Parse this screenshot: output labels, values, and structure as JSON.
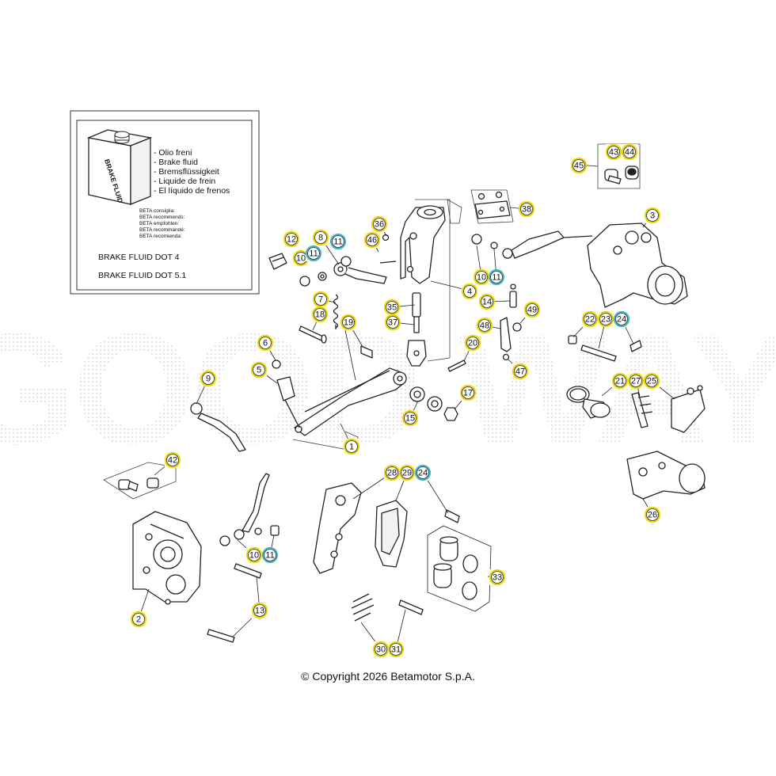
{
  "legend": {
    "can_label": "BRAKE FLUID",
    "languages": [
      "- Olio freni",
      "- Brake fluid",
      "- Bremsflüssigkeit",
      "- Liquide de frein",
      "- El líquido de frenos"
    ],
    "recommends": [
      "BETA consiglia:",
      "BETA recommends:",
      "BETA empfohlen:",
      "BETA recommandé:",
      "BETA recomienda:"
    ],
    "spec_1": "BRAKE FLUID DOT 4",
    "spec_2": "BRAKE FLUID DOT 5.1"
  },
  "watermark": "GOOD WAY",
  "colors": {
    "yellow_ring": "#e8d400",
    "cyan_ring": "#33b7d4",
    "tag_fill": "#fffde0",
    "line": "#222222"
  },
  "callouts": [
    {
      "label": "1",
      "ring": "yellow"
    },
    {
      "label": "2",
      "ring": "yellow"
    },
    {
      "label": "3",
      "ring": "yellow"
    },
    {
      "label": "4",
      "ring": "yellow"
    },
    {
      "label": "5",
      "ring": "yellow"
    },
    {
      "label": "6",
      "ring": "yellow"
    },
    {
      "label": "7",
      "ring": "yellow"
    },
    {
      "label": "8",
      "ring": "yellow"
    },
    {
      "label": "9",
      "ring": "yellow"
    },
    {
      "label": "10",
      "ring": "yellow"
    },
    {
      "label": "11",
      "ring": "cyan"
    },
    {
      "label": "12",
      "ring": "yellow"
    },
    {
      "label": "8",
      "ring": "yellow"
    },
    {
      "label": "11",
      "ring": "cyan"
    },
    {
      "label": "13",
      "ring": "yellow"
    },
    {
      "label": "14",
      "ring": "yellow"
    },
    {
      "label": "15",
      "ring": "yellow"
    },
    {
      "label": "17",
      "ring": "yellow"
    },
    {
      "label": "18",
      "ring": "yellow"
    },
    {
      "label": "19",
      "ring": "yellow"
    },
    {
      "label": "20",
      "ring": "yellow"
    },
    {
      "label": "21",
      "ring": "yellow"
    },
    {
      "label": "22",
      "ring": "yellow"
    },
    {
      "label": "23",
      "ring": "yellow"
    },
    {
      "label": "24",
      "ring": "cyan"
    },
    {
      "label": "25",
      "ring": "yellow"
    },
    {
      "label": "26",
      "ring": "yellow"
    },
    {
      "label": "27",
      "ring": "yellow"
    },
    {
      "label": "28",
      "ring": "yellow"
    },
    {
      "label": "29",
      "ring": "yellow"
    },
    {
      "label": "24",
      "ring": "cyan"
    },
    {
      "label": "30",
      "ring": "yellow"
    },
    {
      "label": "31",
      "ring": "yellow"
    },
    {
      "label": "33",
      "ring": "yellow"
    },
    {
      "label": "35",
      "ring": "yellow"
    },
    {
      "label": "36",
      "ring": "yellow"
    },
    {
      "label": "37",
      "ring": "yellow"
    },
    {
      "label": "38",
      "ring": "yellow"
    },
    {
      "label": "42",
      "ring": "yellow"
    },
    {
      "label": "43",
      "ring": "yellow"
    },
    {
      "label": "44",
      "ring": "yellow"
    },
    {
      "label": "45",
      "ring": "yellow"
    },
    {
      "label": "46",
      "ring": "yellow"
    },
    {
      "label": "47",
      "ring": "yellow"
    },
    {
      "label": "48",
      "ring": "yellow"
    },
    {
      "label": "49",
      "ring": "yellow"
    },
    {
      "label": "10",
      "ring": "yellow"
    },
    {
      "label": "11",
      "ring": "cyan"
    },
    {
      "label": "10",
      "ring": "yellow"
    },
    {
      "label": "11",
      "ring": "cyan"
    },
    {
      "label": "10",
      "ring": "yellow"
    }
  ],
  "copyright": "© Copyright 2026 Betamotor S.p.A."
}
